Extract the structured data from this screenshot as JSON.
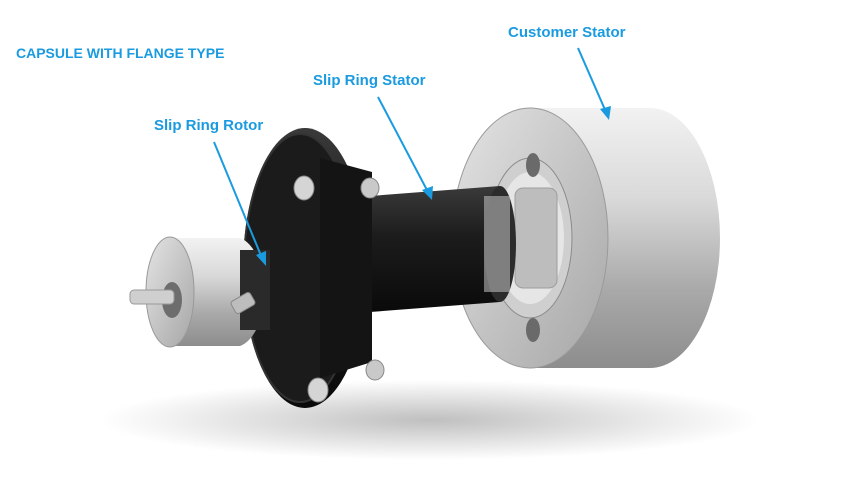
{
  "title": "CAPSULE WITH FLANGE TYPE",
  "labels": {
    "rotor": "Slip Ring Rotor",
    "slip_ring_stator": "Slip Ring Stator",
    "customer_stator": "Customer Stator"
  },
  "colors": {
    "accent": "#1a9be0",
    "metal": "#c8c8c8",
    "black_part": "#151515"
  }
}
